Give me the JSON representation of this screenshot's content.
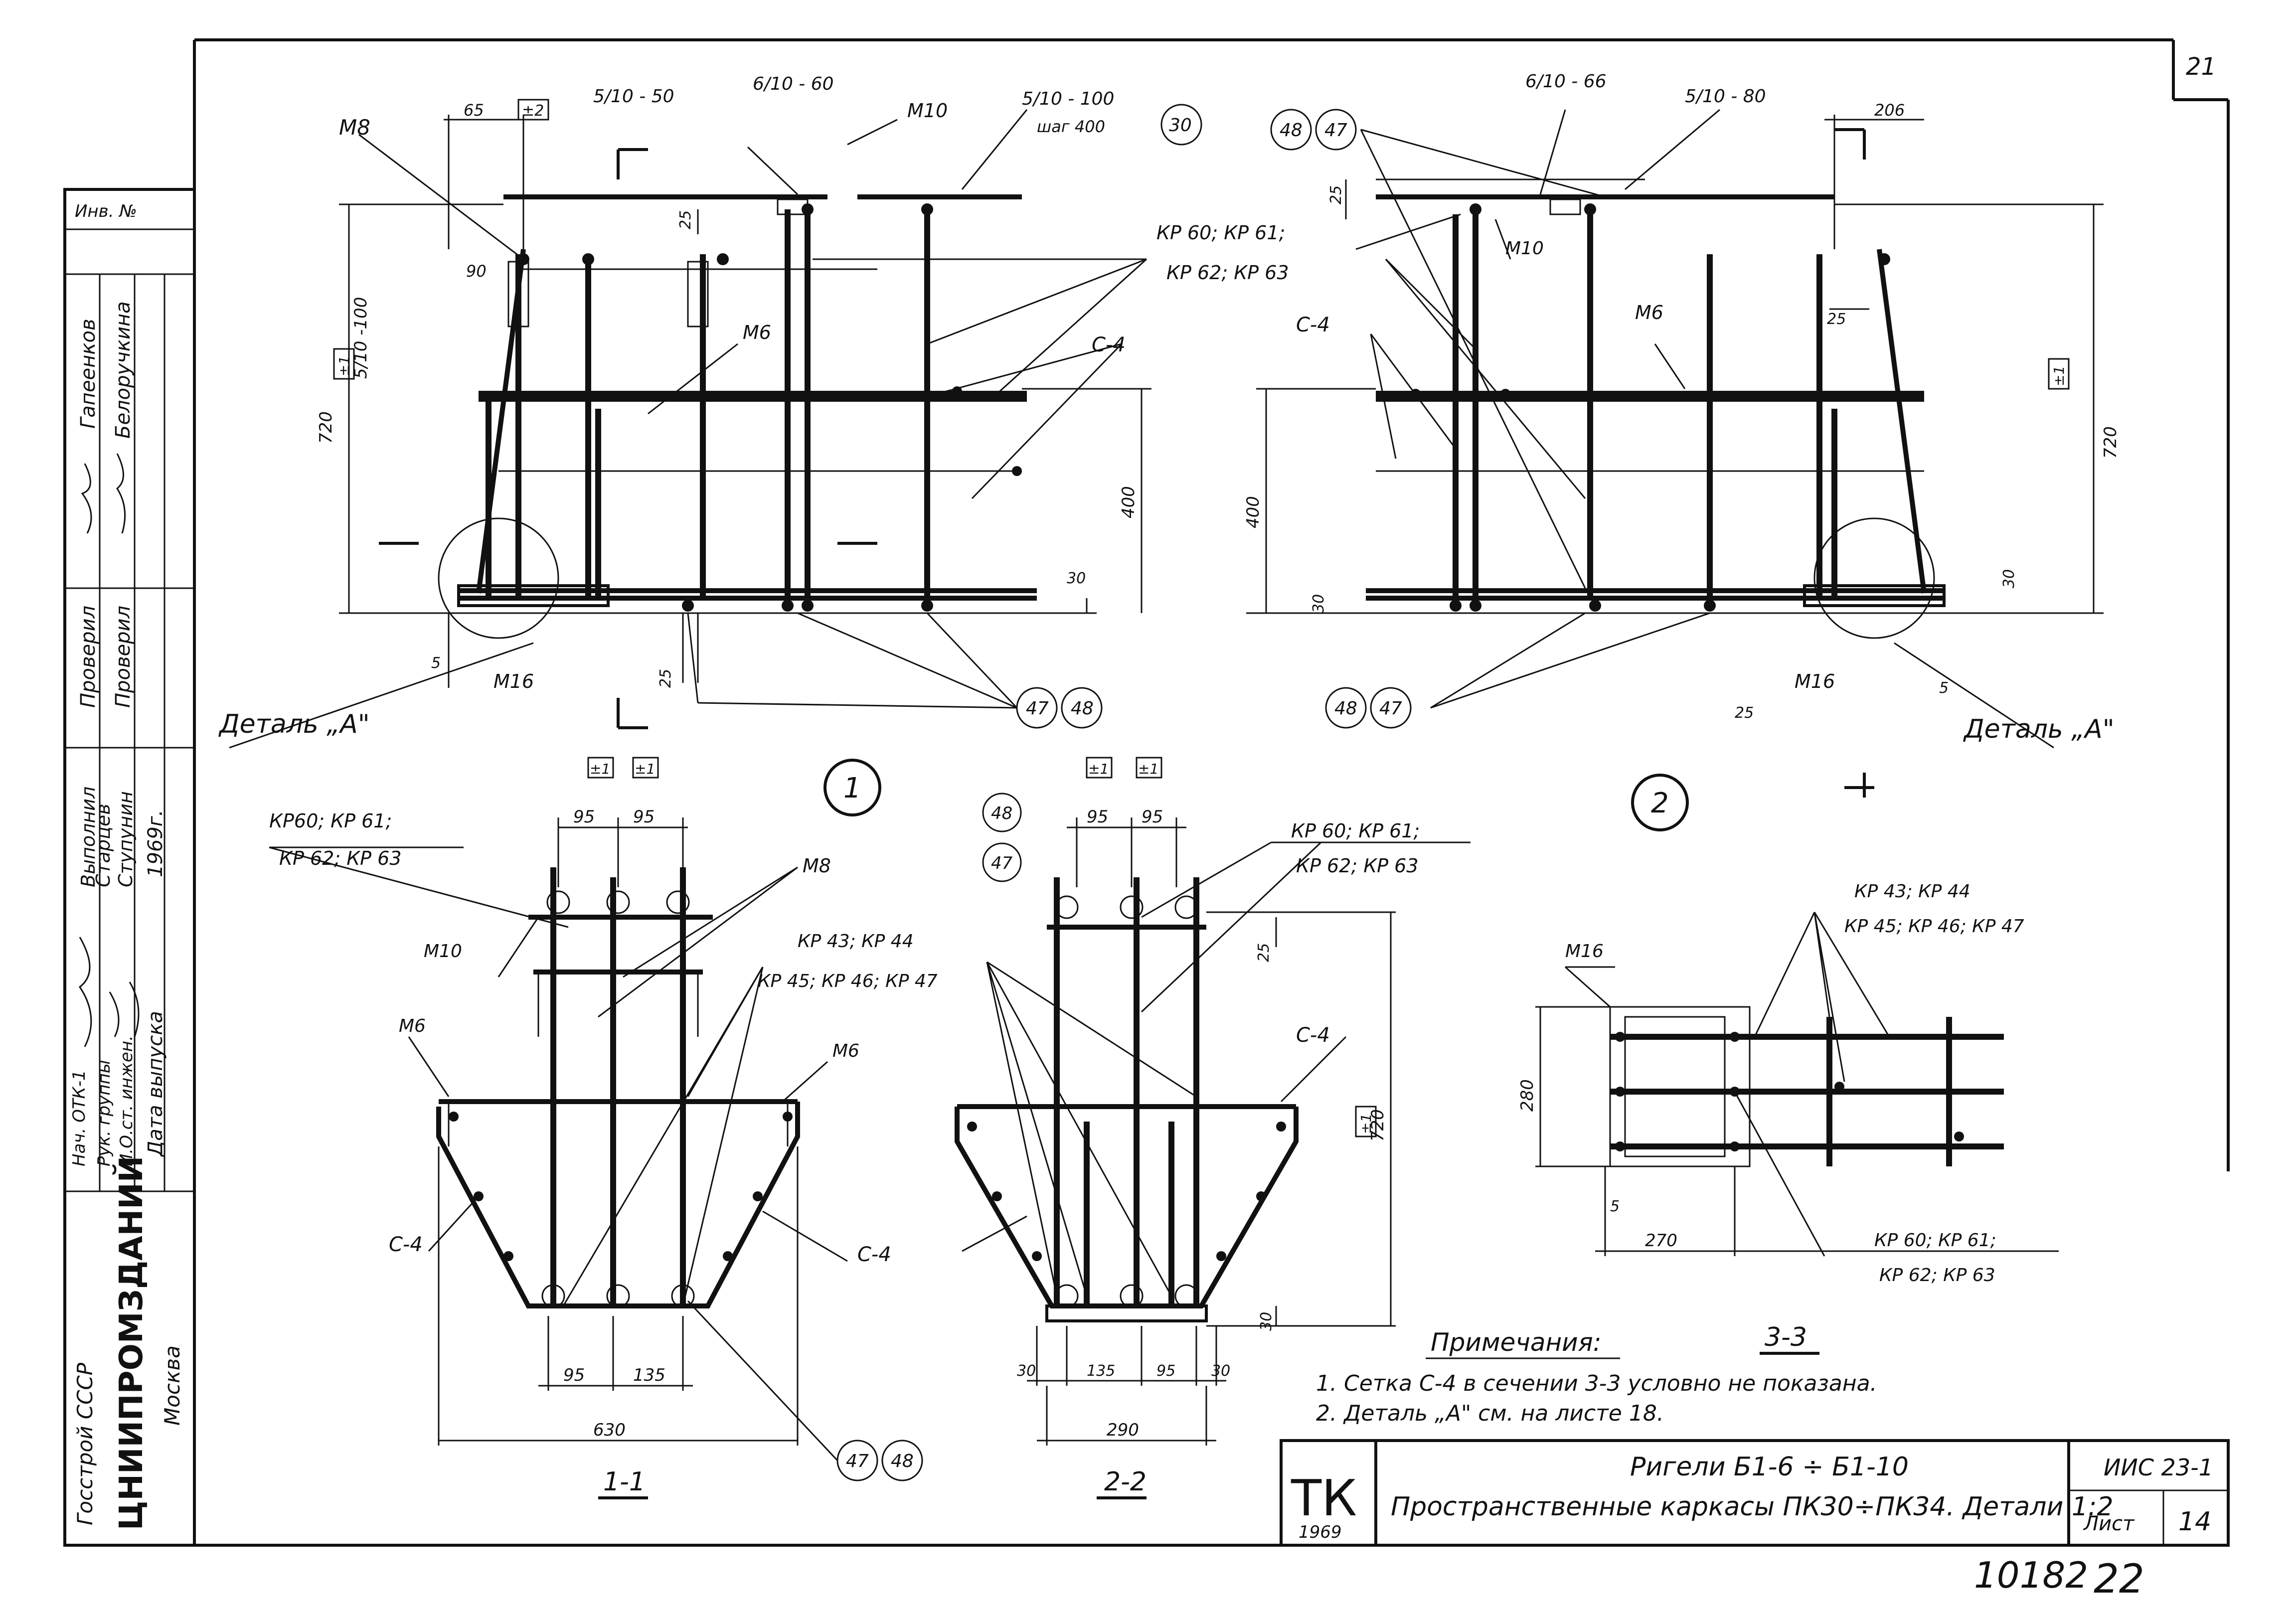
{
  "sheet": {
    "page_number": "21",
    "archive_number": "10182",
    "archive_page": "22"
  },
  "side_stamp": {
    "inv_no": "Инв. №",
    "signatures": [
      {
        "role": "Нач. ОТК-1",
        "signed": "",
        "name": ""
      },
      {
        "role": "Рук. группы",
        "signed": "Старцев",
        "name": "Старцев"
      },
      {
        "role": "И.О.ст. инжен.",
        "signed": "",
        "name": "Ступунин"
      }
    ],
    "checker_left": "Гапеенков",
    "checker_right": "Белоручкина",
    "checked_label_1": "Проверил",
    "checked_label_2": "Проверил",
    "executed_label": "Выполнил",
    "release_date_label": "Дата выпуска",
    "release_year": "1969г.",
    "org_1": "Госстрой СССР",
    "org_2": "ЦНИИПРОМЗДАНИЙ",
    "org_3": "Москва"
  },
  "views": {
    "view1_number": "1",
    "view2_number": "2",
    "detail_label": "Деталь „А\"",
    "section_1_1": "1-1",
    "section_2_2": "2-2",
    "section_3_3": "3-3"
  },
  "labels": {
    "M8": "М8",
    "M6": "М6",
    "M10": "М10",
    "M16": "М16",
    "C4": "С-4",
    "kp60_line1": "КР 60; КР 61;",
    "kp60_line2": "КР 62; КР 63",
    "kp43_line1": "КР 43; КР 44",
    "kp43_line2": "КР 45; КР 46; КР 47",
    "kp60_1_1_line1": "КР60; КР 61;",
    "kp60_1_1_line2": "КР 62; КР 63",
    "kp60_2_2_line1": "КР 60; КР 61;",
    "kp60_2_2_line2": "КР 62; КР 63",
    "kp43_33_line1": "КР 43; КР 44",
    "kp43_33_line2": "КР 45; КР 46; КР 47",
    "kp60_33_line1": "КР 60; КР 61;",
    "kp60_33_line2": "КР 62; КР 63",
    "step_400": "шаг 400",
    "frac_5_10_50": "5/10 - 50",
    "frac_6_10_60": "6/10 - 60",
    "frac_5_10_100": "5/10 - 100",
    "frac_6_10_66": "6/10 - 66",
    "frac_5_10_80": "5/10 - 80",
    "frac_5_10_100_left": "5/10 -100",
    "circle_30": "30",
    "circle_47": "47",
    "circle_48": "48",
    "pm_1": "±1",
    "pm_2": "±2"
  },
  "dims": {
    "d65": "65",
    "d206": "206",
    "d720": "720",
    "d400": "400",
    "d30": "30",
    "d25": "25",
    "d5": "5",
    "d90": "90",
    "d95": "95",
    "d135": "135",
    "d630": "630",
    "d290": "290",
    "d270": "270",
    "d280": "280"
  },
  "notes": {
    "title": "Примечания:",
    "note1": "1. Сетка С-4 в сечении 3-3 условно не показана.",
    "note2": "2. Деталь „А\" см. на листе 18."
  },
  "title_block": {
    "logo": "ТК",
    "logo_year": "1969",
    "title_line1": "Ригели Б1-6 ÷ Б1-10",
    "title_line2": "Пространственные каркасы ПК30÷ПК34. Детали 1:2",
    "series": "ИИС 23-1",
    "sheet_label": "Лист",
    "sheet_no": "14"
  },
  "colors": {
    "ink": "#111111",
    "paper": "#ffffff"
  }
}
